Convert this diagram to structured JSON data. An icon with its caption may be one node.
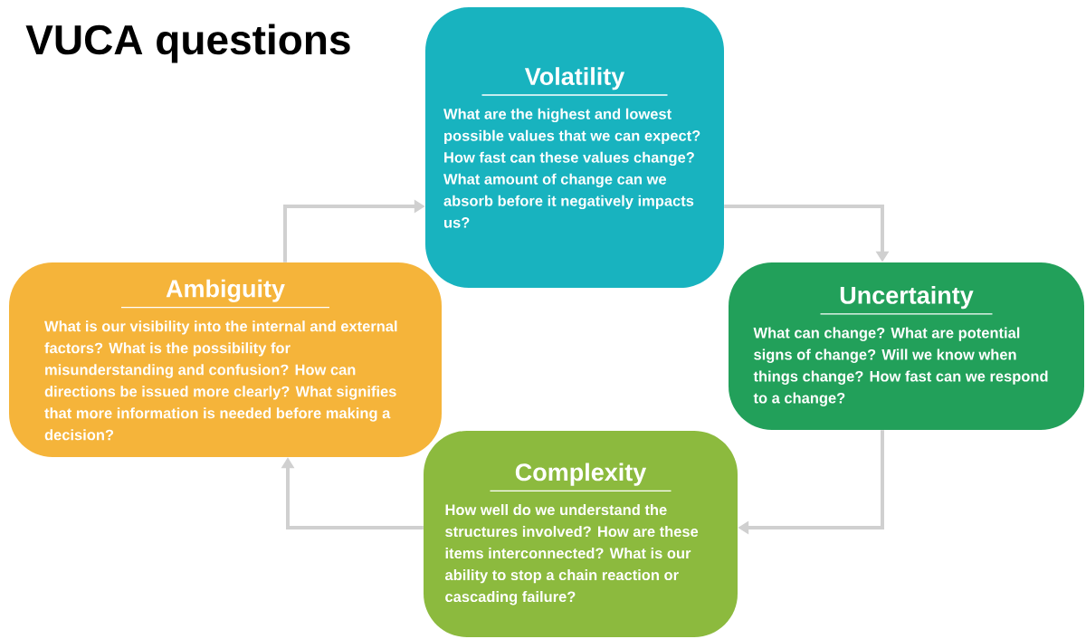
{
  "diagram": {
    "title": "VUCA questions",
    "nodes": [
      {
        "text": [
          "Volatility",
          "What are the highest and lowest possible values that we can expect? How fast can these values change? What amount of change can we absorb before it negatively impacts us?"
        ]
      },
      {
        "text": [
          "Uncertainty",
          "What can change? What are potential signs of change? Will we know when things change? How fast can we respond to a change?"
        ]
      },
      {
        "text": [
          "Complexity",
          "How well do we understand the structures involved? How are these items interconnected? What is our ability to stop a chain reaction or cascading failure?"
        ]
      },
      {
        "text": [
          "Ambiguity",
          "What is our visibility into the internal and external factors? What is the possibility for misunderstanding and confusion? How can directions be issued more clearly? What signifies that more information is needed before making a decision?"
        ]
      }
    ],
    "edges": [
      {
        "from": 3,
        "to": 0,
        "arrow": "to"
      },
      {
        "from": 0,
        "to": 1,
        "arrow": "to"
      },
      {
        "from": 1,
        "to": 2,
        "arrow": "to"
      },
      {
        "from": 2,
        "to": 3,
        "arrow": "to"
      }
    ]
  }
}
